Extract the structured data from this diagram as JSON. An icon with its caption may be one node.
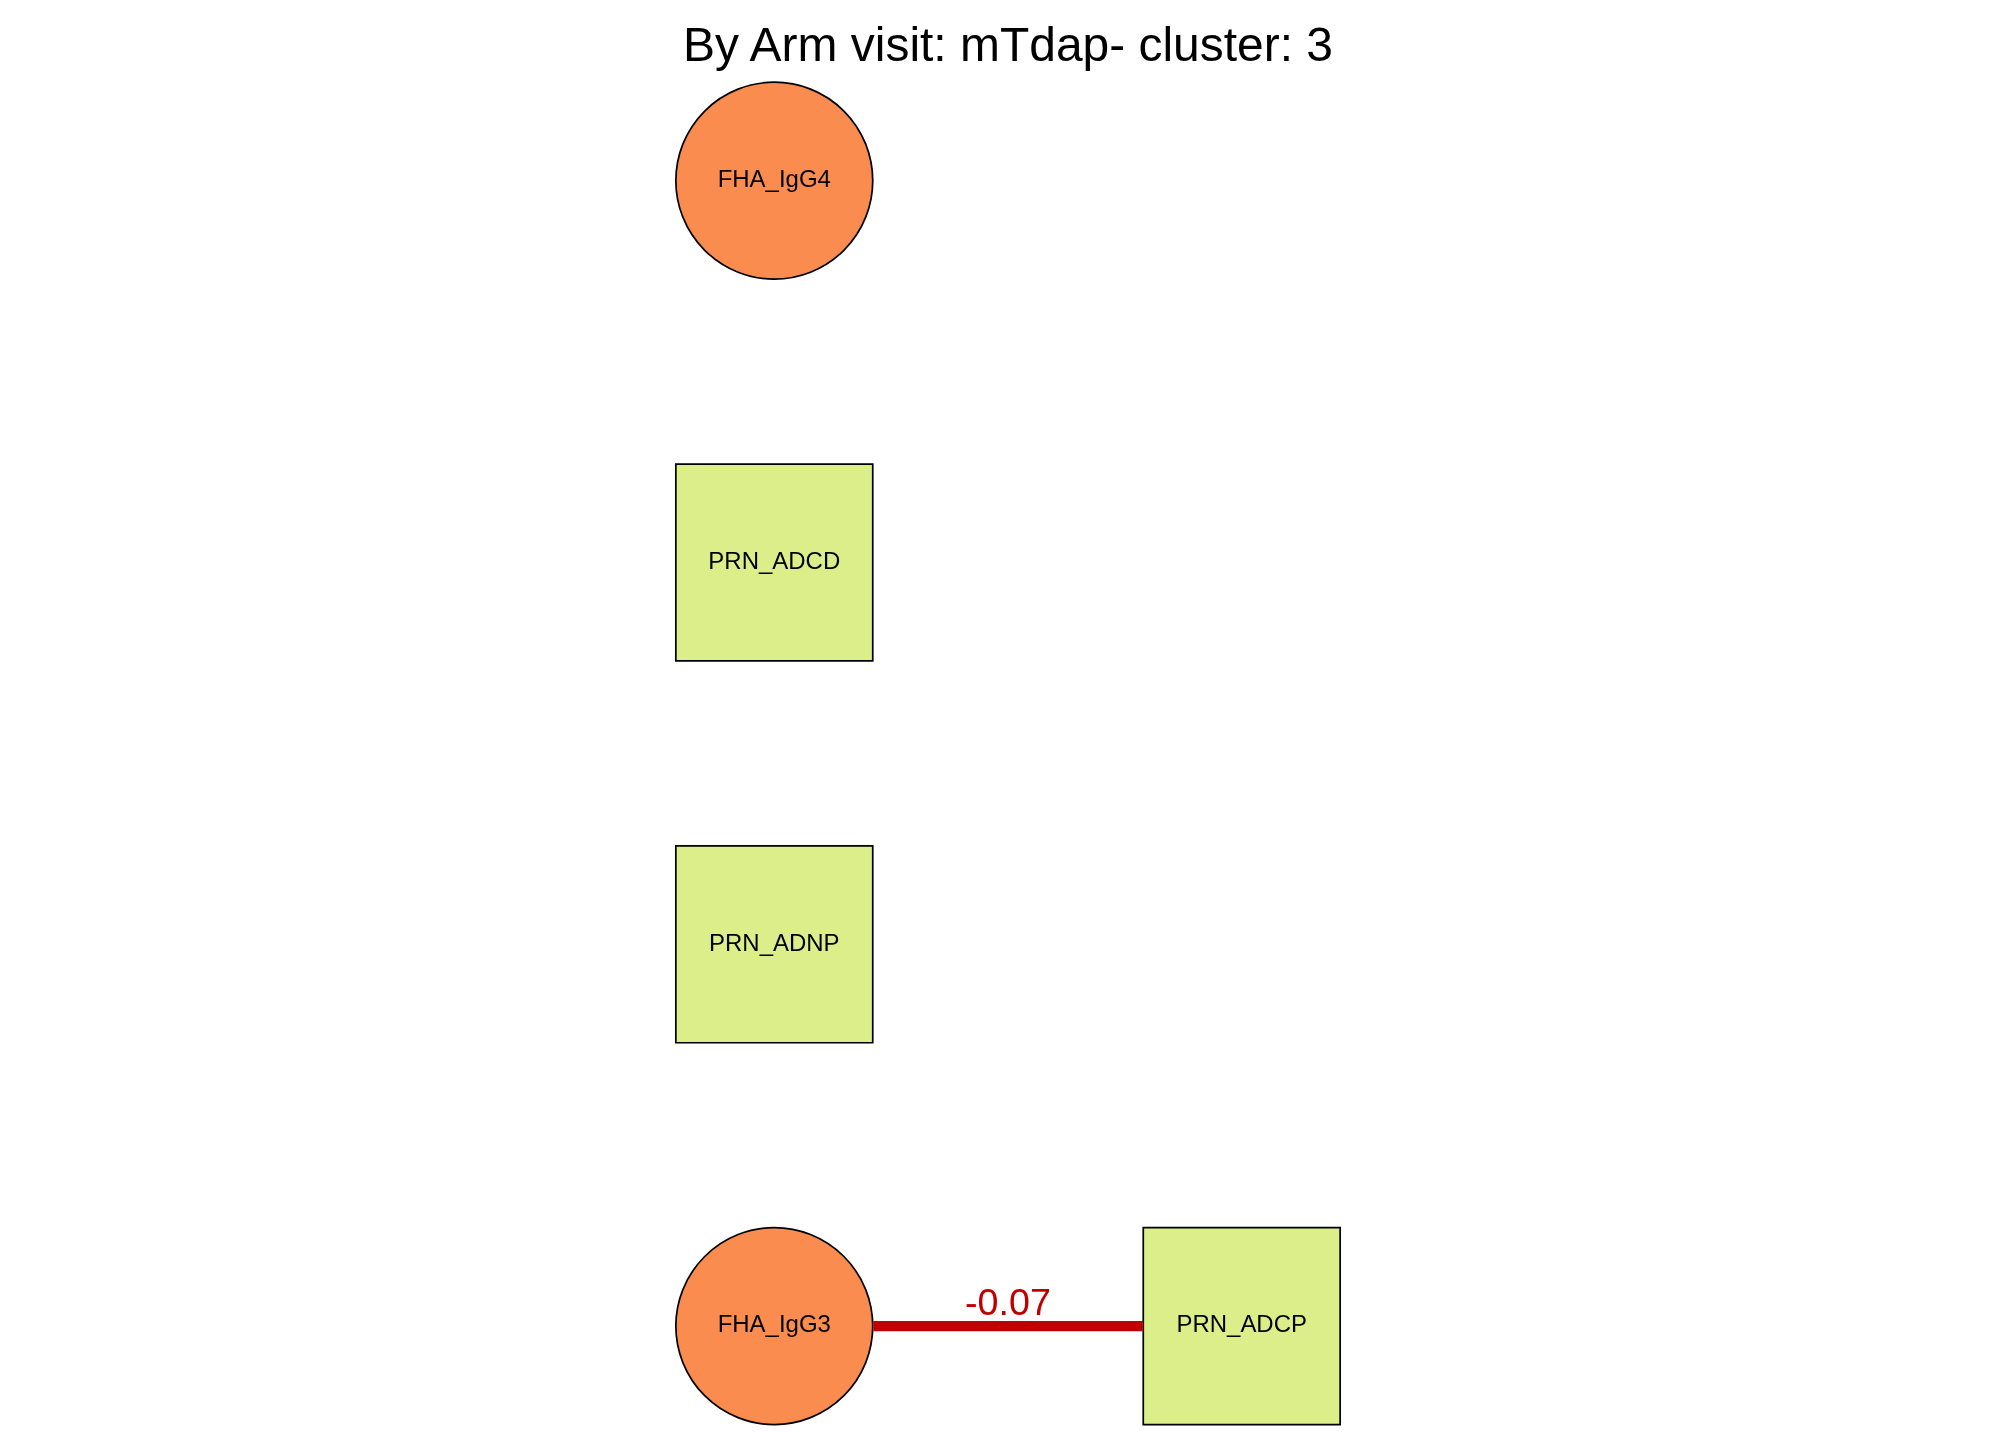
{
  "diagram": {
    "title": "By Arm visit: mTdap- cluster: 3",
    "nodes": [
      {
        "text": [
          "PRN_ADCP"
        ]
      },
      {
        "text": [
          "PRN_ADNP"
        ]
      },
      {
        "text": [
          "FHA_IgG3"
        ]
      },
      {
        "text": [
          "PRN_ADCD"
        ]
      },
      {
        "text": [
          "FHA_IgG4"
        ]
      }
    ],
    "edges": [
      {
        "from": 2,
        "to": 0,
        "arrow": "none",
        "label": "-0.07",
        "color": "#c00000"
      }
    ]
  }
}
